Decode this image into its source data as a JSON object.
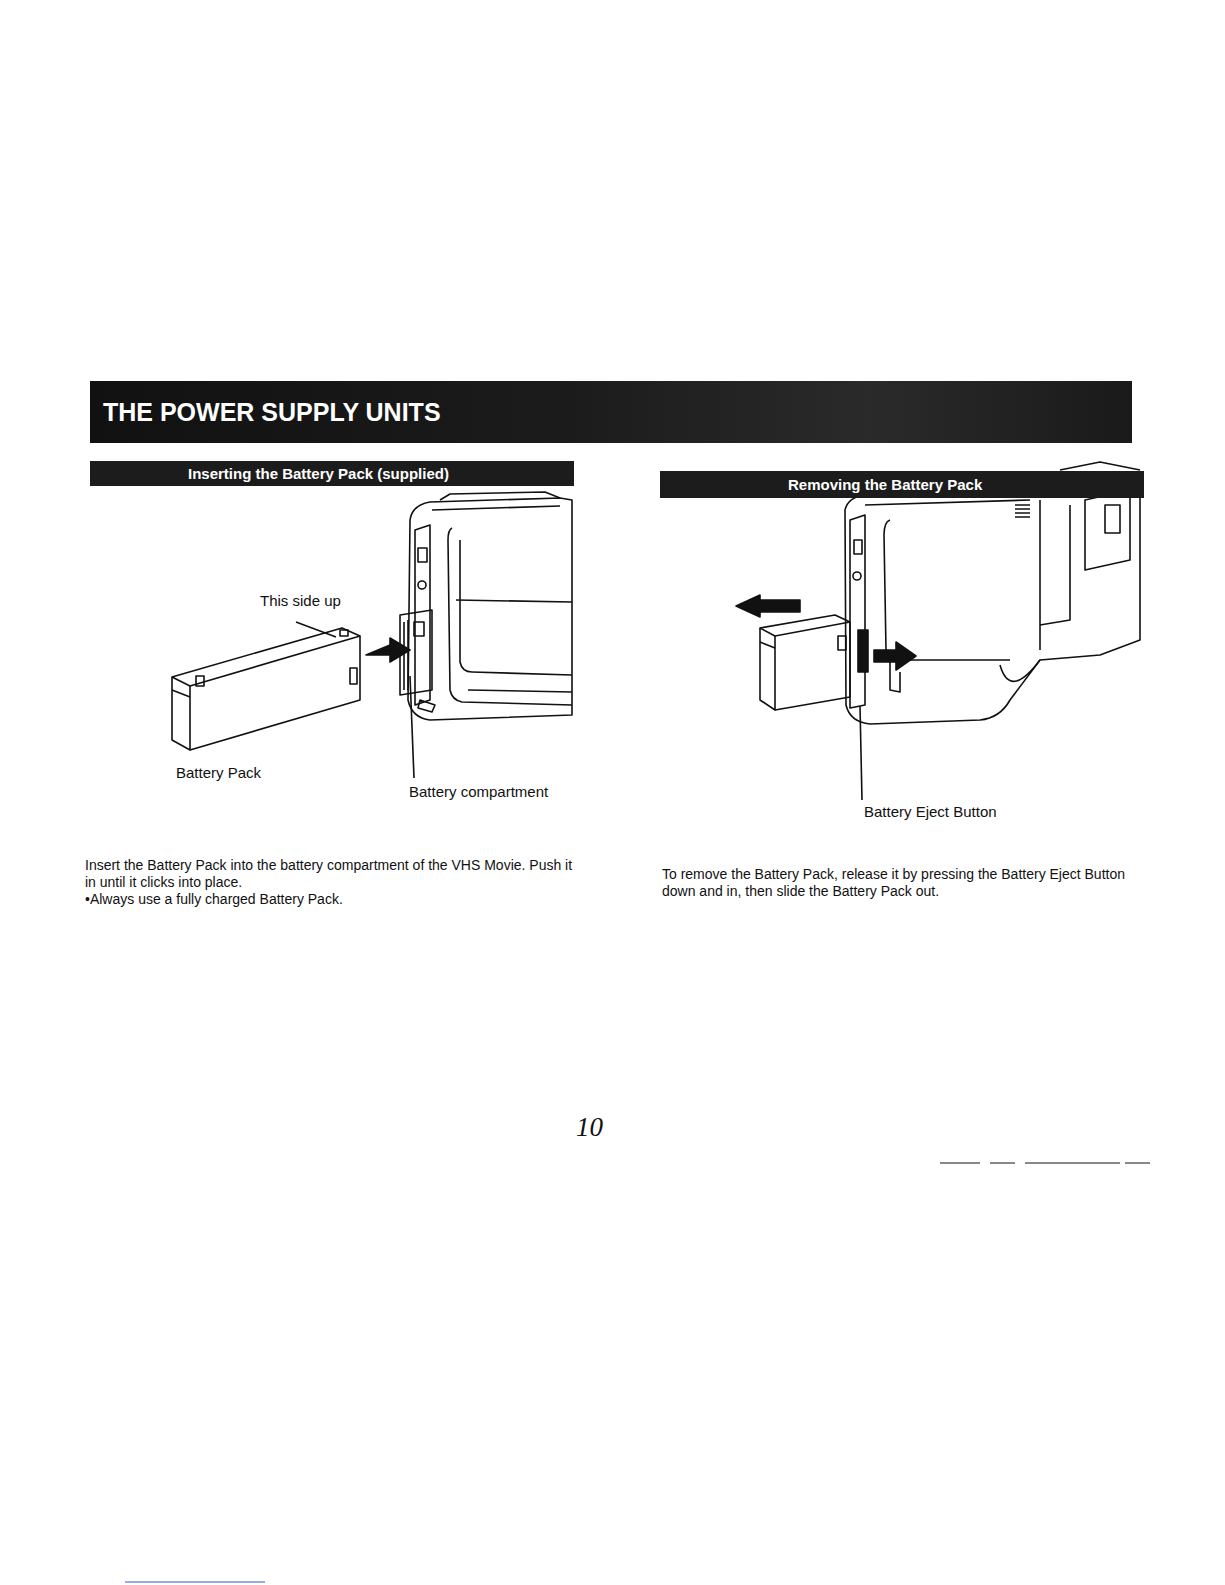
{
  "diagram": {
    "title": "THE POWER SUPPLY UNITS",
    "nodes": [
      {
        "text": [
          "Inserting the Battery Pack (supplied)"
        ]
      },
      {
        "text": [
          "Removing the Battery Pack"
        ]
      }
    ],
    "labels": [
      "This side up",
      "Battery Pack",
      "Battery compartment",
      "Battery Eject Button",
      "Insert the Battery Pack into the battery compartment of the VHS Movie. Push it in until it clicks into place.",
      "•Always use a fully charged Battery Pack.",
      "To remove the Battery Pack, release it by pressing the Battery Eject Button down and in, then slide the Battery Pack out.",
      "10"
    ]
  }
}
